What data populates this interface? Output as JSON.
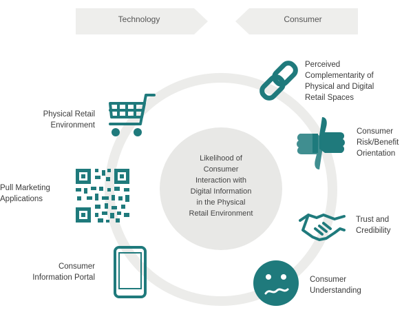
{
  "header": {
    "left_label": "Technology",
    "right_label": "Consumer"
  },
  "center": {
    "lines": [
      "Likelihood of",
      "Consumer",
      "Interaction with",
      "Digital Information",
      "in the Physical",
      "Retail Environment"
    ]
  },
  "technology_factors": [
    {
      "lines": [
        "Physical Retail",
        "Environment"
      ],
      "icon": "shopping-cart-icon"
    },
    {
      "lines": [
        "Pull Marketing",
        "Applications"
      ],
      "icon": "qr-code-icon"
    },
    {
      "lines": [
        "Consumer",
        "Information Portal"
      ],
      "icon": "tablet-icon"
    }
  ],
  "consumer_factors": [
    {
      "lines": [
        "Perceived",
        "Complementarity of",
        "Physical and Digital",
        "Retail Spaces"
      ],
      "icon": "chain-link-icon"
    },
    {
      "lines": [
        "Consumer",
        "Risk/Benefit",
        "Orientation"
      ],
      "icon": "thumbs-up-down-icon"
    },
    {
      "lines": [
        "Trust and",
        "Credibility"
      ],
      "icon": "handshake-icon"
    },
    {
      "lines": [
        "Consumer",
        "Understanding"
      ],
      "icon": "confused-face-icon"
    }
  ],
  "colors": {
    "teal": "#1f7a7c",
    "ring": "#ececea",
    "banner": "#eeeeec",
    "text": "#3a3a3a"
  }
}
